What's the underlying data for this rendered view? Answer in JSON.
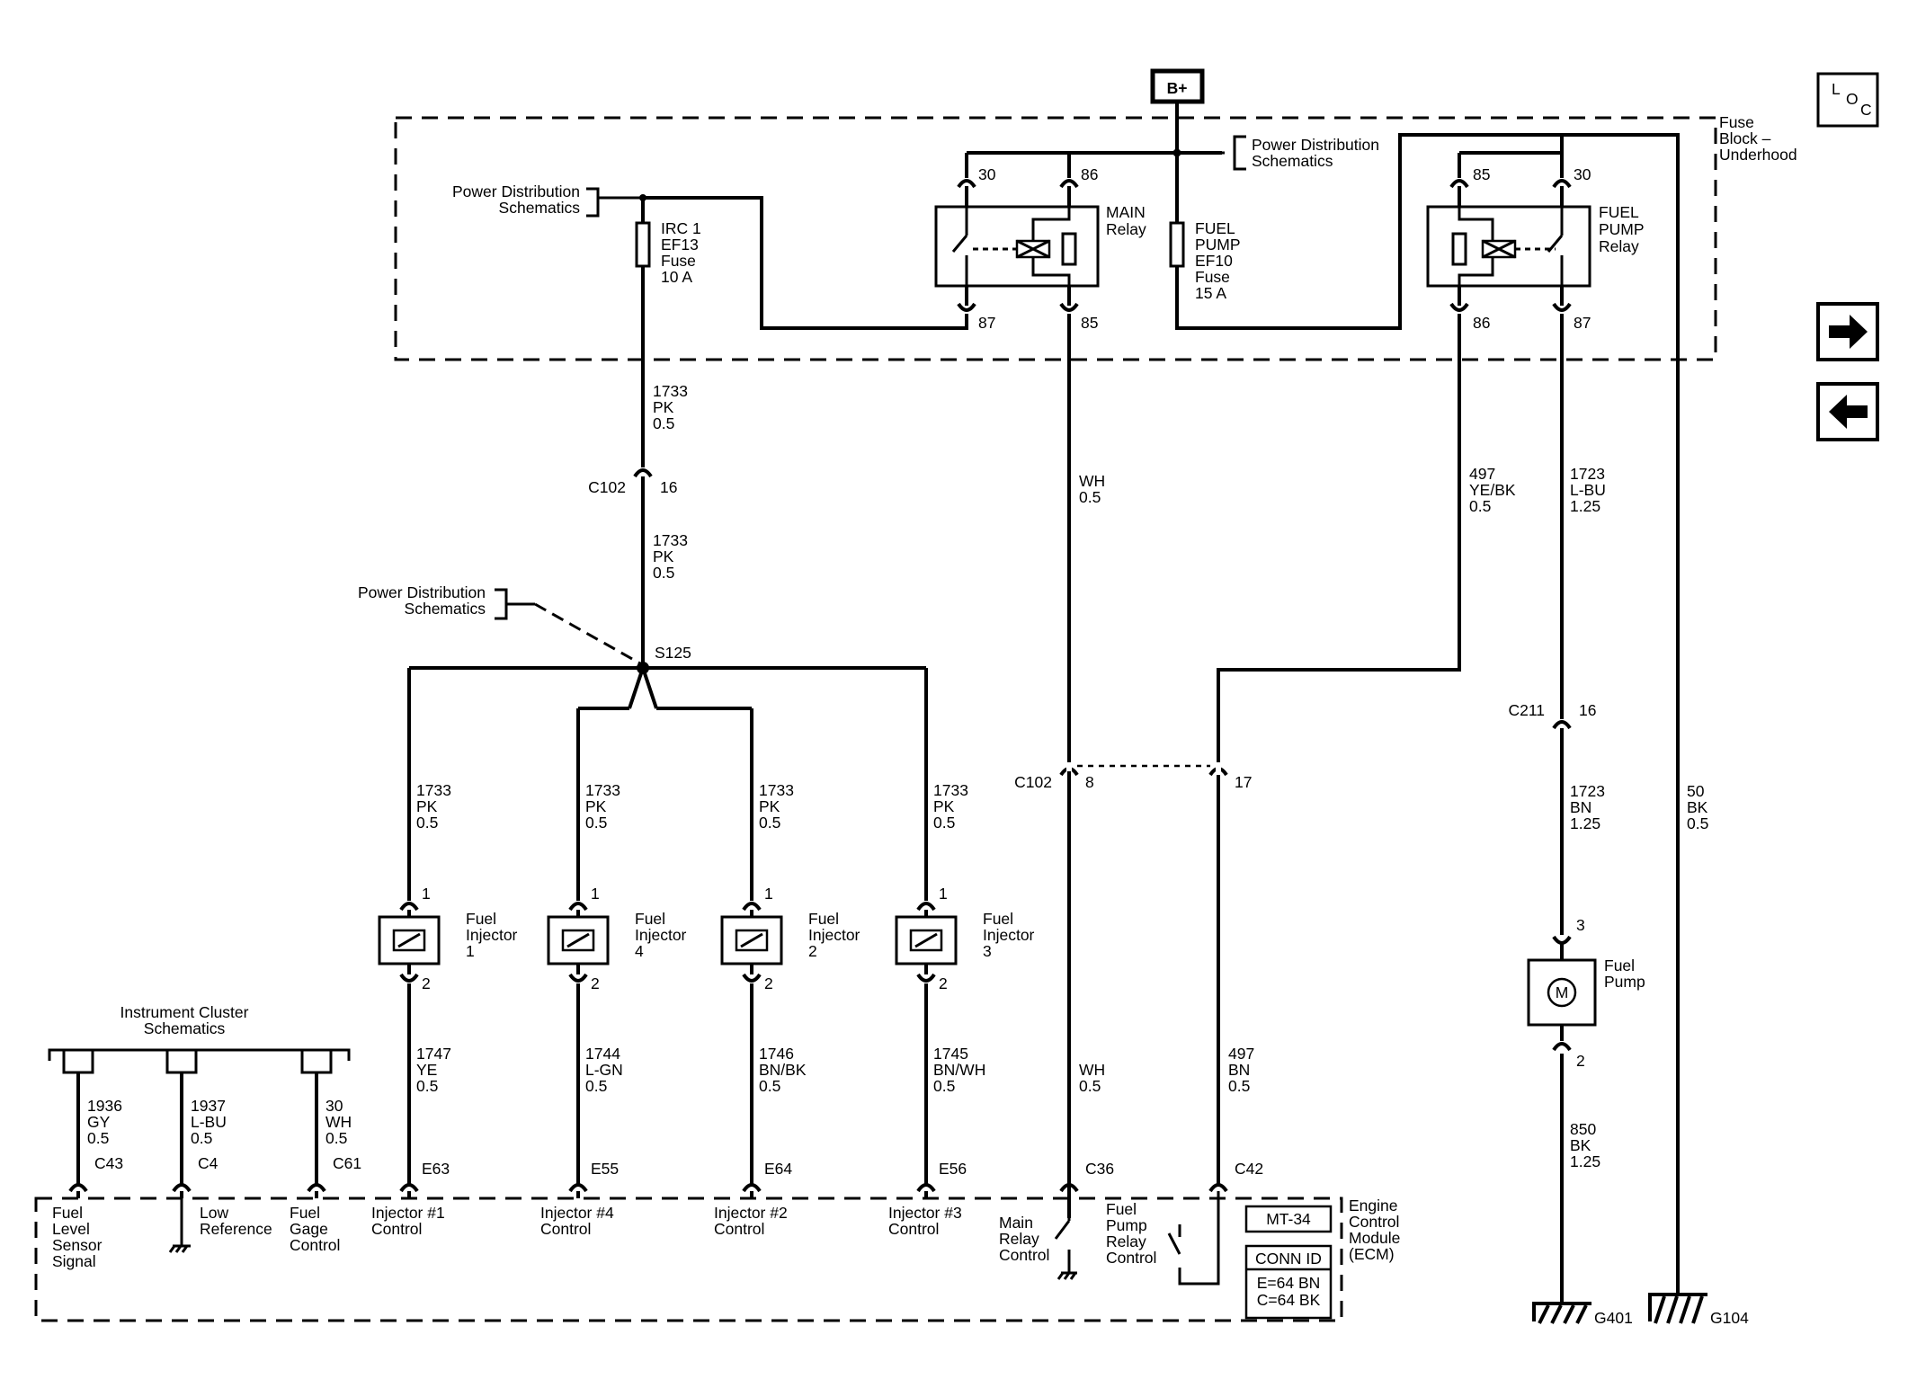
{
  "battery": "B+",
  "fuse_block_label": [
    "Fuse",
    "Block –",
    "Underhood"
  ],
  "power_dist_label": [
    "Power Distribution",
    "Schematics"
  ],
  "irc_fuse": [
    "IRC 1",
    "EF13",
    "Fuse",
    "10 A"
  ],
  "main_relay": {
    "label": [
      "MAIN",
      "Relay"
    ],
    "pins": {
      "p30": "30",
      "p86": "86",
      "p87": "87",
      "p85": "85"
    }
  },
  "fuel_pump_fuse": [
    "FUEL",
    "PUMP",
    "EF10",
    "Fuse",
    "15 A"
  ],
  "fuel_pump_relay": {
    "label": [
      "FUEL",
      "PUMP",
      "Relay"
    ],
    "pins": {
      "p85": "85",
      "p30": "30",
      "p86": "86",
      "p87": "87"
    }
  },
  "wires": {
    "w_1733_top": [
      "1733",
      "PK",
      "0.5"
    ],
    "w_1733_mid": [
      "1733",
      "PK",
      "0.5"
    ],
    "w_main_85": [
      "WH",
      "0.5"
    ],
    "w_497_top": [
      "497",
      "YE/BK",
      "0.5"
    ],
    "w_1723_top": [
      "1723",
      "L-BU",
      "1.25"
    ],
    "w_1723_mid": [
      "1723",
      "BN",
      "1.25"
    ],
    "w_50": [
      "50",
      "BK",
      "0.5"
    ],
    "w_850": [
      "850",
      "BK",
      "1.25"
    ],
    "w_main_low": [
      "WH",
      "0.5"
    ],
    "w_497_low": [
      "497",
      "BN",
      "0.5"
    ]
  },
  "connectors": {
    "c102_a": {
      "name": "C102",
      "pin": "16"
    },
    "c102_b": {
      "name": "C102",
      "pin": "8"
    },
    "c102_b_pin2": "17",
    "c211": {
      "name": "C211",
      "pin": "16"
    }
  },
  "splice": "S125",
  "injectors": [
    {
      "label": [
        "Fuel",
        "Injector",
        "1"
      ],
      "feed": [
        "1733",
        "PK",
        "0.5"
      ],
      "pin_top": "1",
      "pin_bottom": "2",
      "signal": [
        "1747",
        "YE",
        "0.5"
      ],
      "ecm_pin": "E63",
      "ecm_label": [
        "Injector #1",
        "Control"
      ]
    },
    {
      "label": [
        "Fuel",
        "Injector",
        "4"
      ],
      "feed": [
        "1733",
        "PK",
        "0.5"
      ],
      "pin_top": "1",
      "pin_bottom": "2",
      "signal": [
        "1744",
        "L-GN",
        "0.5"
      ],
      "ecm_pin": "E55",
      "ecm_label": [
        "Injector #4",
        "Control"
      ]
    },
    {
      "label": [
        "Fuel",
        "Injector",
        "2"
      ],
      "feed": [
        "1733",
        "PK",
        "0.5"
      ],
      "pin_top": "1",
      "pin_bottom": "2",
      "signal": [
        "1746",
        "BN/BK",
        "0.5"
      ],
      "ecm_pin": "E64",
      "ecm_label": [
        "Injector #2",
        "Control"
      ]
    },
    {
      "label": [
        "Fuel",
        "Injector",
        "3"
      ],
      "feed": [
        "1733",
        "PK",
        "0.5"
      ],
      "pin_top": "1",
      "pin_bottom": "2",
      "signal": [
        "1745",
        "BN/WH",
        "0.5"
      ],
      "ecm_pin": "E56",
      "ecm_label": [
        "Injector #3",
        "Control"
      ]
    }
  ],
  "fuel_pump": {
    "label": [
      "Fuel",
      "Pump"
    ],
    "symbol": "M",
    "pin_top": "3",
    "pin_bottom": "2"
  },
  "instrument_cluster": {
    "label": [
      "Instrument Cluster",
      "Schematics"
    ],
    "circuits": [
      {
        "wire": [
          "1936",
          "GY",
          "0.5"
        ],
        "conn": "C43",
        "ecm_label": [
          "Fuel",
          "Level",
          "Sensor",
          "Signal"
        ]
      },
      {
        "wire": [
          "1937",
          "L-BU",
          "0.5"
        ],
        "conn": "C4",
        "ecm_label": [
          "Low",
          "Reference"
        ]
      },
      {
        "wire": [
          "30",
          "WH",
          "0.5"
        ],
        "conn": "C61",
        "ecm_label": [
          "Fuel",
          "Gage",
          "Control"
        ]
      }
    ]
  },
  "ecm_main_relay": {
    "conn": "C36",
    "label": [
      "Main",
      "Relay",
      "Control"
    ]
  },
  "ecm_fuel_pump_relay": {
    "conn": "C42",
    "label": [
      "Fuel",
      "Pump",
      "Relay",
      "Control"
    ]
  },
  "ecm": {
    "label": [
      "Engine",
      "Control",
      "Module",
      "(ECM)"
    ],
    "model": "MT-34",
    "conn_id_title": "CONN ID",
    "conn_ids": [
      "E=64 BN",
      "C=64 BK"
    ]
  },
  "grounds": {
    "g401": "G401",
    "g104": "G104"
  },
  "nav": {
    "loc": [
      "L",
      "O",
      "C"
    ],
    "next_icon": "arrow-right-icon",
    "prev_icon": "arrow-left-icon"
  }
}
